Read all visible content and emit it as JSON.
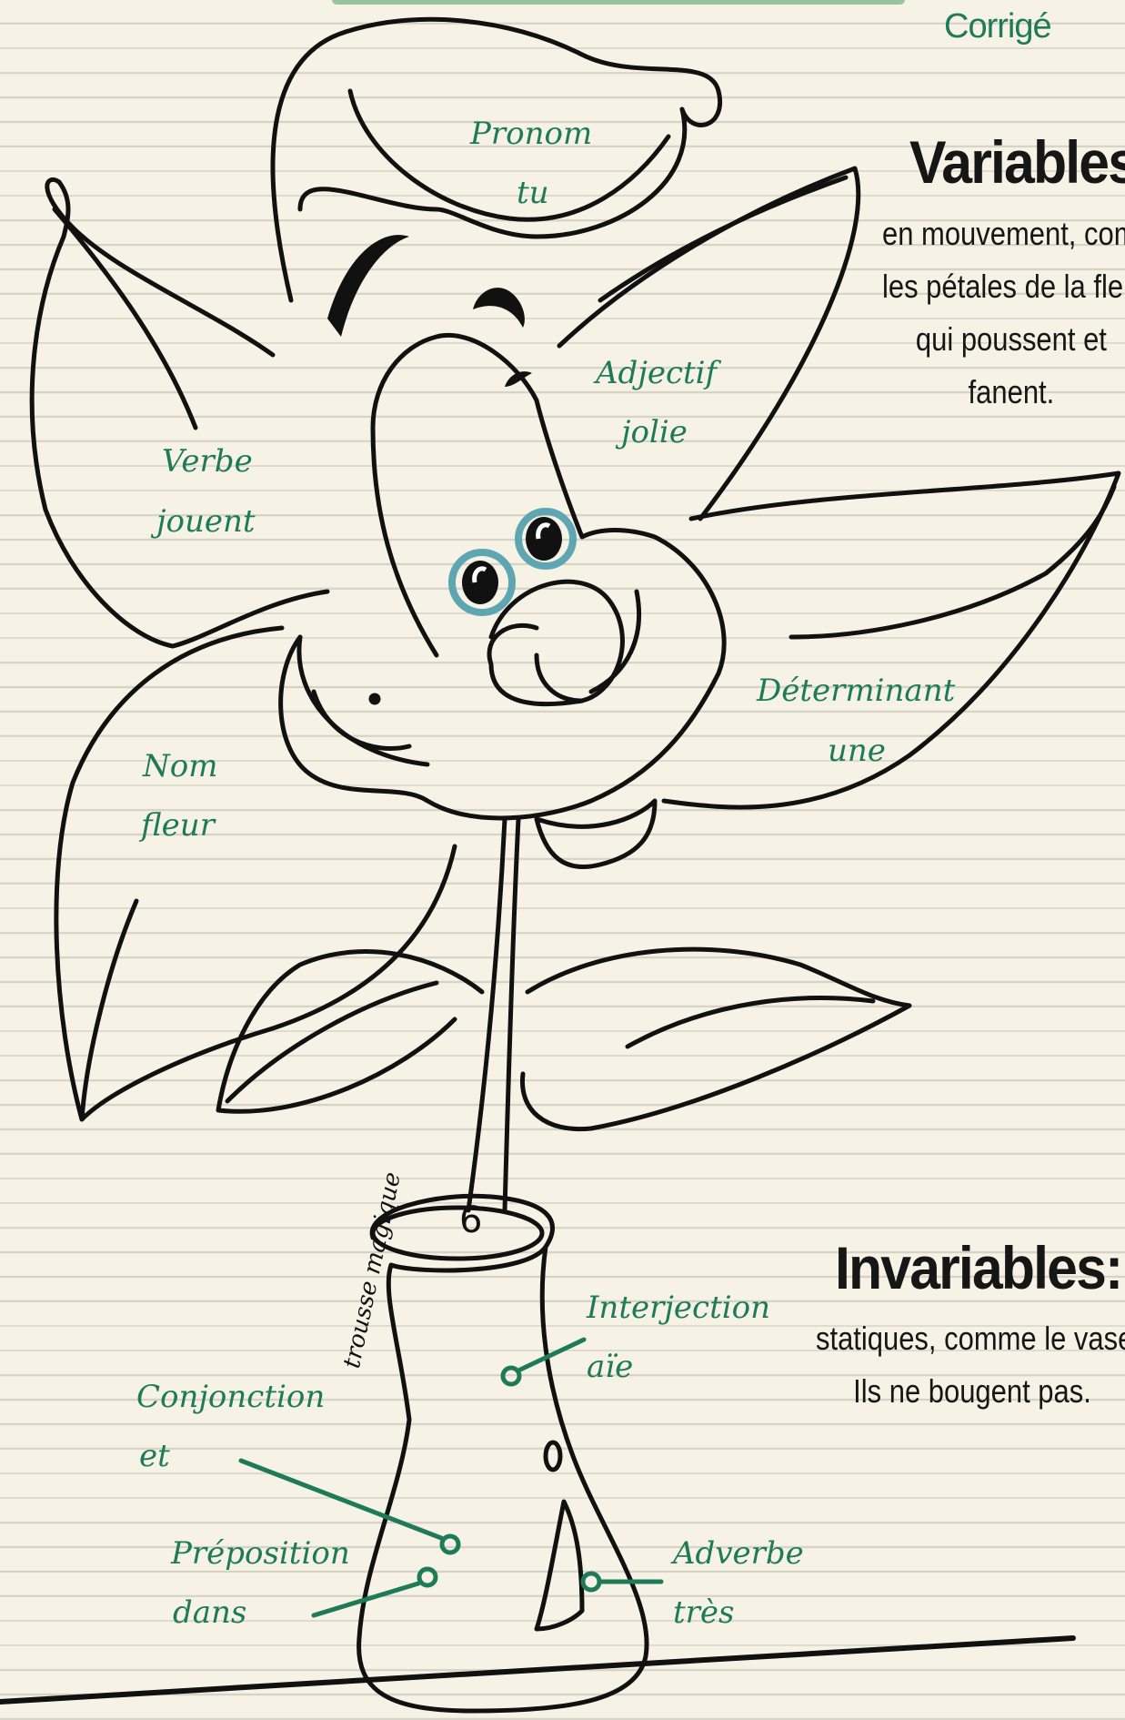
{
  "header": {
    "corrige": "Corrigé"
  },
  "variables": {
    "heading": "Variables",
    "description_lines": [
      "en mouvement, comme",
      "les pétales de la fleur",
      "qui poussent et",
      "fanent."
    ]
  },
  "invariables": {
    "heading": "Invariables:",
    "description_lines": [
      "statiques, comme le vase.",
      "Ils ne bougent pas."
    ]
  },
  "petals": [
    {
      "category": "Pronom",
      "example": "tu"
    },
    {
      "category": "Adjectif",
      "example": "jolie"
    },
    {
      "category": "Verbe",
      "example": "jouent"
    },
    {
      "category": "Déterminant",
      "example": "une"
    },
    {
      "category": "Nom",
      "example": "fleur"
    }
  ],
  "vase_labels": [
    {
      "category": "Interjection",
      "example": "aïe"
    },
    {
      "category": "Conjonction",
      "example": "et"
    },
    {
      "category": "Préposition",
      "example": "dans"
    },
    {
      "category": "Adverbe",
      "example": "très"
    }
  ],
  "vase_number": "6",
  "signature": "trousse magique",
  "colors": {
    "label_green": "#1f7a5a",
    "ink": "#111111",
    "paper": "#f6f3e6",
    "eye_blue": "#5fa6b3"
  }
}
